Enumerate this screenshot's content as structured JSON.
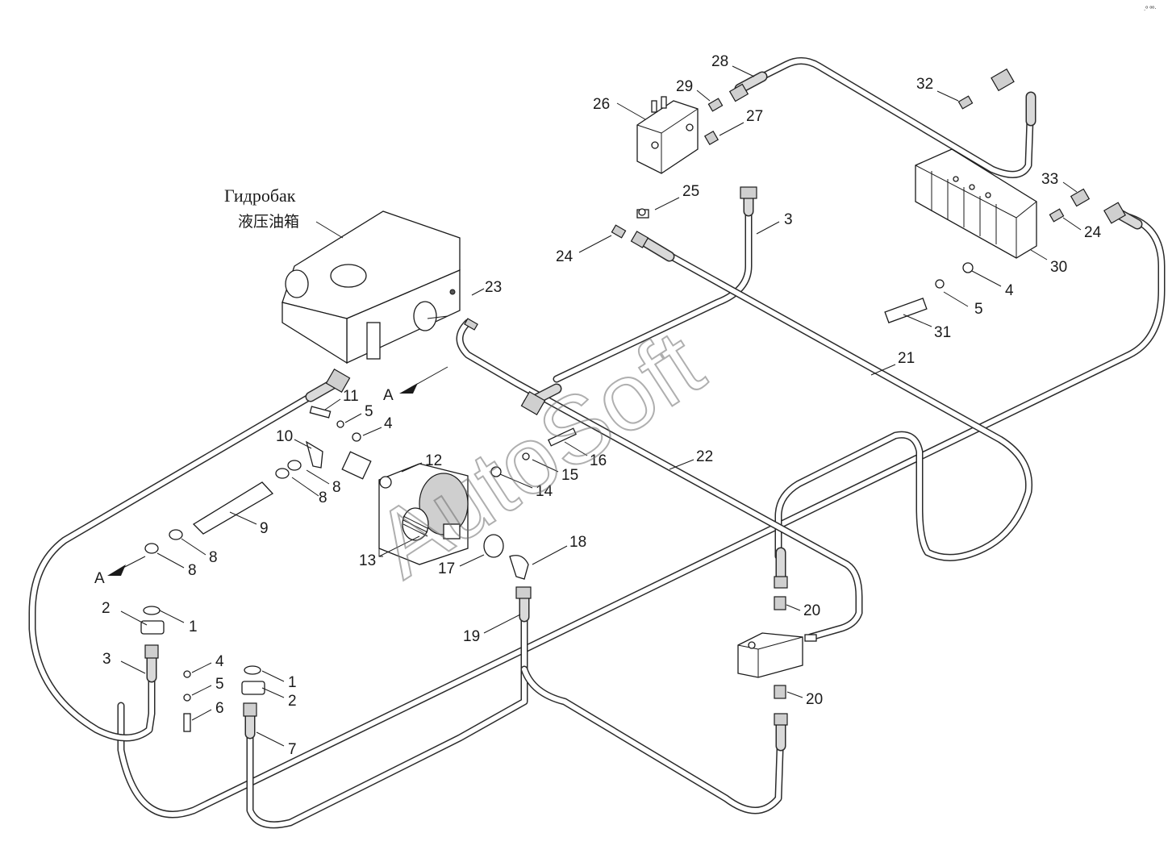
{
  "header": {
    "title_ru": "Гидробак",
    "title_cn": "液压油箱"
  },
  "watermark": {
    "text": "AutoSoft"
  },
  "corner_mark": {
    "text": ".º ºº·"
  },
  "arrow_labels": {
    "a_upper": "A",
    "a_lower": "A"
  },
  "callouts": [
    "28",
    "29",
    "26",
    "27",
    "32",
    "33",
    "25",
    "3",
    "24",
    "24",
    "30",
    "4",
    "5",
    "31",
    "23",
    "21",
    "22",
    "11",
    "5",
    "4",
    "10",
    "12",
    "16",
    "15",
    "14",
    "8",
    "8",
    "9",
    "8",
    "8",
    "13",
    "17",
    "18",
    "2",
    "1",
    "3",
    "4",
    "5",
    "6",
    "1",
    "2",
    "7",
    "19",
    "20",
    "20"
  ]
}
